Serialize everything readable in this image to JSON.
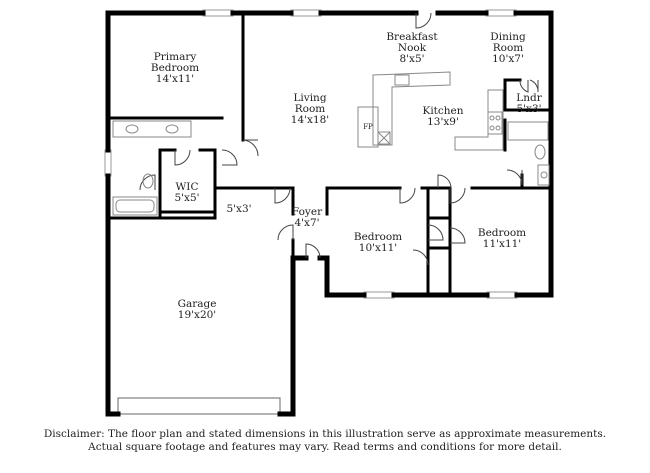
{
  "colors": {
    "wall": "#000000",
    "fixture": "#888888",
    "window": "#9a9a9a",
    "background": "#ffffff",
    "text": "#222222"
  },
  "rooms": {
    "primary_bedroom": {
      "name_line1": "Primary",
      "name_line2": "Bedroom",
      "dims": "14'x11'"
    },
    "living_room": {
      "name_line1": "Living",
      "name_line2": "Room",
      "dims": "14'x18'"
    },
    "breakfast_nook": {
      "name_line1": "Breakfast",
      "name_line2": "Nook",
      "dims": "8'x5'"
    },
    "dining_room": {
      "name_line1": "Dining",
      "name_line2": "Room",
      "dims": "10'x7'"
    },
    "kitchen": {
      "name": "Kitchen",
      "dims": "13'x9'"
    },
    "laundry": {
      "name": "Lndr",
      "dims": "5'x3'"
    },
    "wic": {
      "name": "WIC",
      "dims": "5'x5'"
    },
    "hall": {
      "dims": "5'x3'"
    },
    "foyer": {
      "name": "Foyer",
      "dims": "4'x7'"
    },
    "bedroom_2": {
      "name": "Bedroom",
      "dims": "10'x11'"
    },
    "bedroom_3": {
      "name": "Bedroom",
      "dims": "11'x11'"
    },
    "garage": {
      "name": "Garage",
      "dims": "19'x20'"
    }
  },
  "fireplace_label": "FP",
  "disclaimer": {
    "line1": "Disclaimer: The floor plan and stated dimensions in this illustration serve as approximate measurements.",
    "line2": "Actual square footage and features may vary. Read terms and conditions for more detail."
  }
}
